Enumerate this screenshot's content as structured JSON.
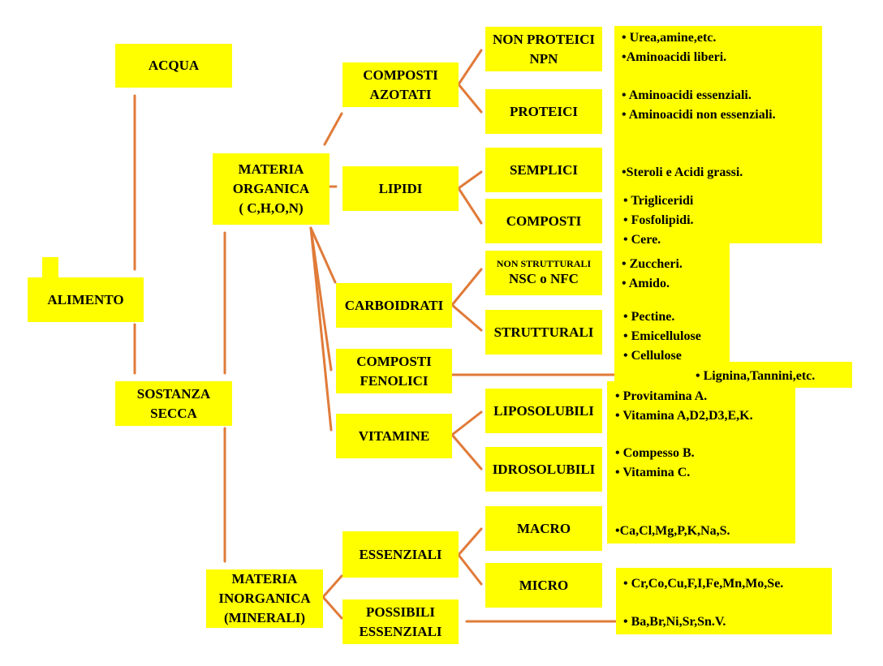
{
  "colors": {
    "box": "#ffff00",
    "connector": "#e07b39"
  },
  "nodes": {
    "alimento": "ALIMENTO",
    "acqua": "ACQUA",
    "sostanza_secca": "SOSTANZA\nSECCA",
    "materia_organica": "MATERIA\nORGANICA\n( C,H,O,N)",
    "materia_inorganica": "MATERIA\nINORGANICA\n(MINERALI)",
    "composti_azotati": "COMPOSTI\nAZOTATI",
    "lipidi": "LIPIDI",
    "carboidrati": "CARBOIDRATI",
    "composti_fenolici": "COMPOSTI\nFENOLICI",
    "vitamine": "VITAMINE",
    "essenziali": "ESSENZIALI",
    "possibili_essenziali": "POSSIBILI\nESSENZIALI",
    "non_proteici": "NON PROTEICI\nNPN",
    "proteici": "PROTEICI",
    "semplici": "SEMPLICI",
    "composti": "COMPOSTI",
    "nsc_small": "NON STRUTTURALI",
    "nsc_main": "NSC o NFC",
    "strutturali": "STRUTTURALI",
    "liposolubili": "LIPOSOLUBILI",
    "idrosolubili": "IDROSOLUBILI",
    "macro": "MACRO",
    "micro": "MICRO"
  },
  "details": {
    "npn": [
      "• Urea,amine,etc.",
      "•Aminoacidi liberi."
    ],
    "proteici": [
      "• Aminoacidi essenziali.",
      "• Aminoacidi non essenziali."
    ],
    "semplici": [
      "•Steroli e Acidi grassi."
    ],
    "composti": [
      "• Trigliceridi",
      "• Fosfolipidi.",
      "• Cere."
    ],
    "nsc": [
      "• Zuccheri.",
      "• Amido."
    ],
    "strutturali": [
      "• Pectine.",
      "• Emicellulose",
      "• Cellulose"
    ],
    "fenolici": [
      "• Lignina,Tannini,etc."
    ],
    "liposolubili": [
      "• Provitamina A.",
      "• Vitamina A,D2,D3,E,K."
    ],
    "idrosolubili": [
      "• Compesso B.",
      "•  Vitamina C."
    ],
    "macro": [
      "•Ca,Cl,Mg,P,K,Na,S."
    ],
    "micro": [
      "• Cr,Co,Cu,F,I,Fe,Mn,Mo,Se."
    ],
    "possibili": [
      "• Ba,Br,Ni,Sr,Sn.V."
    ]
  }
}
